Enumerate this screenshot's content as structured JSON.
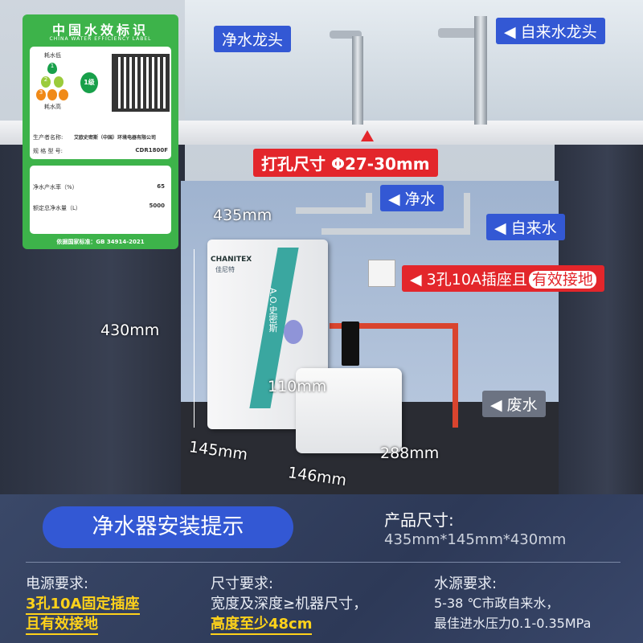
{
  "label": {
    "title": "中国水效标识",
    "subtitle": "CHINA WATER EFFICIENCY LABEL",
    "low": "耗水低",
    "high": "耗水高",
    "grade": "1级",
    "grade_levels": [
      "1",
      "2",
      "3"
    ],
    "manufacturer_label": "生产者名称:",
    "manufacturer": "艾欧史密斯（中国）环境电器有限公司",
    "model_label": "规 格 型 号:",
    "model": "CDR1800F",
    "rate_label": "净水产水率（%）",
    "rate": "65",
    "volume_label": "额定总净水量（L）",
    "volume": "5000",
    "standard": "依据国家标准：GB 34914-2021"
  },
  "callouts": {
    "pure_faucet": "净水龙头",
    "tap_faucet": "自来水龙头",
    "hole_size": "打孔尺寸  Φ27-30mm",
    "pure_water": "净水",
    "tap_water": "自来水",
    "socket_a": "3孔10A插座且",
    "socket_b": "有效接地",
    "waste_water": "废水"
  },
  "product": {
    "brand": "CHANITEX",
    "brand_cn": "佳尼特",
    "series": "A.O.史密斯"
  },
  "dimensions": {
    "width": "435mm",
    "height": "430mm",
    "depth": "145mm",
    "tank_height": "110mm",
    "tank_depth": "146mm",
    "tank_width": "288mm"
  },
  "footer": {
    "title": "净水器安装提示",
    "size_label": "产品尺寸:",
    "size_value": "435mm*145mm*430mm",
    "power_label": "电源要求:",
    "power_l1": "3孔10A固定插座",
    "power_l2": "且有效接地",
    "space_label": "尺寸要求:",
    "space_l1": "宽度及深度≥机器尺寸，",
    "space_l2": "高度至少48cm",
    "water_label": "水源要求:",
    "water_l1": "5-38 ℃市政自来水，",
    "water_l2": "最佳进水压力0.1-0.35MPa"
  },
  "colors": {
    "accent_blue": "#3358d4",
    "alert_red": "#e3262b",
    "label_green": "#3db34a",
    "highlight_yellow": "#ffd21a"
  }
}
